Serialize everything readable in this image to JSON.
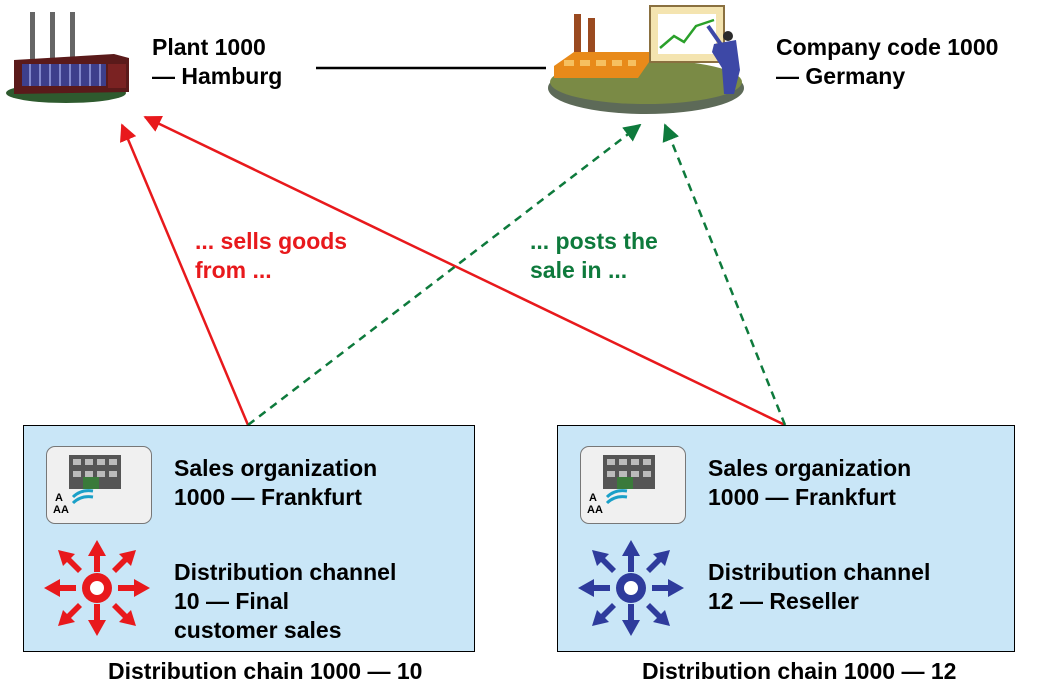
{
  "plant": {
    "line1": "Plant 1000",
    "line2": "— Hamburg",
    "icon": "factory-icon"
  },
  "company": {
    "line1": "Company code 1000",
    "line2": "— Germany",
    "icon": "company-presentation-icon"
  },
  "annotations": {
    "sells_1": "... sells goods",
    "sells_2": "from ...",
    "sells_color": "#e8191c",
    "posts_1": "... posts the",
    "posts_2": "sale in ...",
    "posts_color": "#0e7a3c"
  },
  "chains": [
    {
      "sales_org_1": "Sales organization",
      "sales_org_2": "1000 — Frankfurt",
      "dist_1": "Distribution channel",
      "dist_2": "10 — Final",
      "dist_3": "customer sales",
      "caption": "Distribution chain 1000 — 10",
      "channel_color": "#e8191c"
    },
    {
      "sales_org_1": "Sales organization",
      "sales_org_2": "1000 — Frankfurt",
      "dist_1": "Distribution channel",
      "dist_2": "12 — Reseller",
      "caption": "Distribution chain 1000 — 12",
      "channel_color": "#2e3b9c"
    }
  ]
}
